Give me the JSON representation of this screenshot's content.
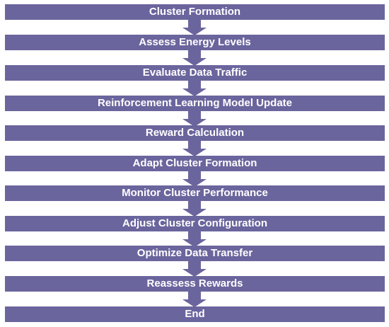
{
  "flowchart": {
    "steps": [
      {
        "label": "Cluster Formation"
      },
      {
        "label": "Assess Energy Levels"
      },
      {
        "label": "Evaluate Data Traffic"
      },
      {
        "label": "Reinforcement Learning Model Update"
      },
      {
        "label": "Reward Calculation"
      },
      {
        "label": "Adapt Cluster Formation"
      },
      {
        "label": "Monitor Cluster Performance"
      },
      {
        "label": "Adjust Cluster Configuration"
      },
      {
        "label": "Optimize Data Transfer"
      },
      {
        "label": "Reassess Rewards"
      },
      {
        "label": "End"
      }
    ],
    "colors": {
      "box_fill": "#6a659d",
      "arrow_fill": "#6a659d",
      "text": "#ffffff",
      "background": "#ffffff"
    }
  }
}
